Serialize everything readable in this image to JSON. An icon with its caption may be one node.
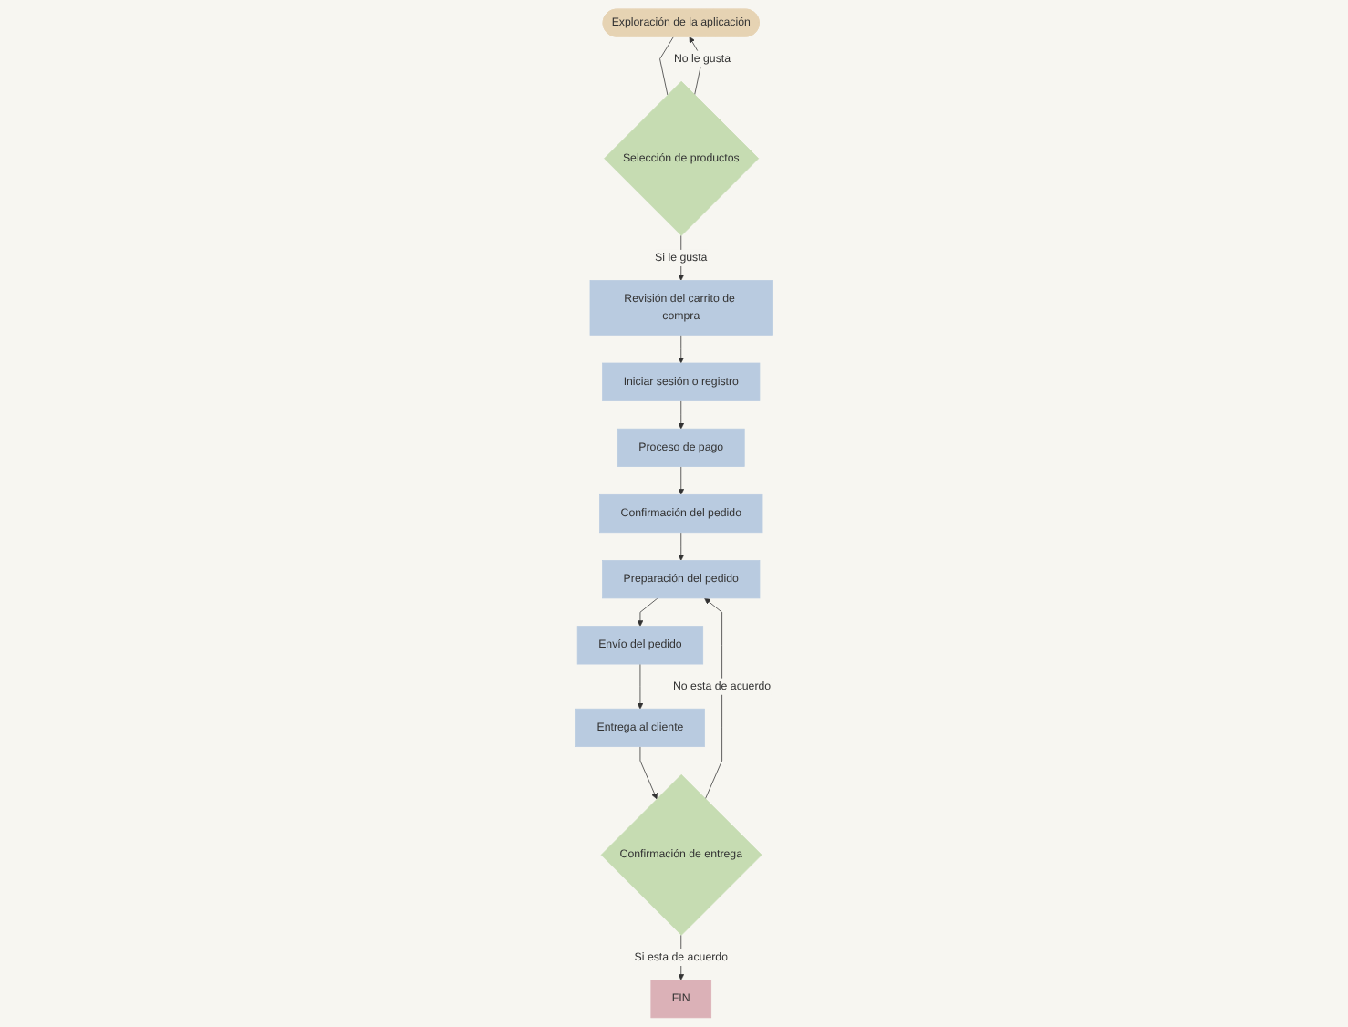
{
  "diagram": {
    "nodes": [
      {
        "text": [
          "Exploración de la aplicación"
        ]
      },
      {
        "text": [
          "Selección de productos"
        ]
      },
      {
        "text": [
          "Revisión del carrito de compra"
        ]
      },
      {
        "text": [
          "Iniciar sesión o registro"
        ]
      },
      {
        "text": [
          "Proceso de pago"
        ]
      },
      {
        "text": [
          "Confirmación del pedido"
        ]
      },
      {
        "text": [
          "Preparación del pedido"
        ]
      },
      {
        "text": [
          "Envío del pedido"
        ]
      },
      {
        "text": [
          "Entrega al cliente"
        ]
      },
      {
        "text": [
          "Confirmación de entrega"
        ]
      },
      {
        "text": [
          "FIN"
        ]
      }
    ],
    "edges": [
      {
        "from": 0,
        "to": 1,
        "arrow": "none"
      },
      {
        "from": 1,
        "to": 2,
        "arrow": "to",
        "label": "Si le gusta"
      },
      {
        "from": 1,
        "to": 0,
        "arrow": "to",
        "label": "No le gusta"
      },
      {
        "from": 2,
        "to": 3,
        "arrow": "to"
      },
      {
        "from": 3,
        "to": 4,
        "arrow": "to"
      },
      {
        "from": 4,
        "to": 5,
        "arrow": "to"
      },
      {
        "from": 5,
        "to": 6,
        "arrow": "to"
      },
      {
        "from": 6,
        "to": 7,
        "arrow": "to"
      },
      {
        "from": 7,
        "to": 8,
        "arrow": "to"
      },
      {
        "from": 8,
        "to": 9,
        "arrow": "to"
      },
      {
        "from": 9,
        "to": 10,
        "arrow": "to",
        "label": "Si esta de acuerdo"
      },
      {
        "from": 9,
        "to": 6,
        "arrow": "to",
        "label": "No esta de acuerdo"
      }
    ]
  }
}
